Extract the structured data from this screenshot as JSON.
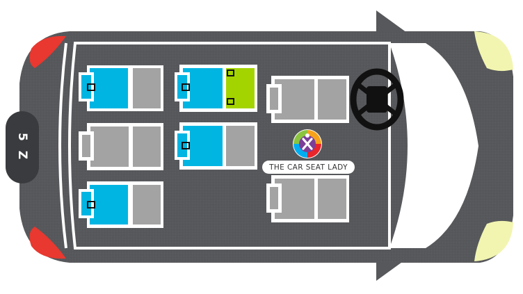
{
  "diagram": {
    "license_plate": "5 Z",
    "logo_text": "THE CAR SEAT LADY"
  },
  "colors": {
    "body": "#57585b",
    "body_outline": "#ffffff",
    "windshield": "#ffffff",
    "tail_lights": "#e8382f",
    "head_lights": "#f2f5b0",
    "car_seat": "#00b5e2",
    "booster_seat": "#a4d400",
    "seat_cushion": "#a3a3a3",
    "steering_wheel": "#111111"
  },
  "seats": [
    {
      "row": 1,
      "position": "left",
      "occupant": "car-seat"
    },
    {
      "row": 1,
      "position": "center",
      "occupant": "booster-seat"
    },
    {
      "row": 1,
      "position": "right",
      "occupant": "front-seat"
    },
    {
      "row": 2,
      "position": "left",
      "occupant": "empty"
    },
    {
      "row": 2,
      "position": "center",
      "occupant": "car-seat"
    },
    {
      "row": 3,
      "position": "left",
      "occupant": "car-seat"
    },
    {
      "row": 3,
      "position": "right",
      "occupant": "front-seat"
    }
  ],
  "icons": [
    "steering-wheel-icon",
    "logo-icon"
  ]
}
